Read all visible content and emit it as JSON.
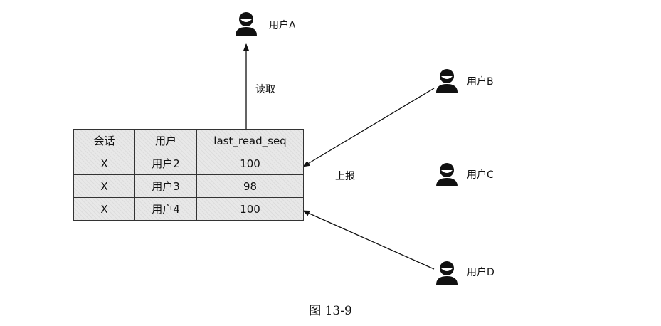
{
  "users": [
    {
      "id": "A",
      "label": "用户A"
    },
    {
      "id": "B",
      "label": "用户B"
    },
    {
      "id": "C",
      "label": "用户C"
    },
    {
      "id": "D",
      "label": "用户D"
    }
  ],
  "edges": {
    "read_label": "读取",
    "report_label": "上报"
  },
  "table": {
    "headers": [
      "会话",
      "用户",
      "last_read_seq"
    ],
    "rows": [
      [
        "X",
        "用户2",
        "100"
      ],
      [
        "X",
        "用户3",
        "98"
      ],
      [
        "X",
        "用户4",
        "100"
      ]
    ]
  },
  "caption": "图 13-9"
}
